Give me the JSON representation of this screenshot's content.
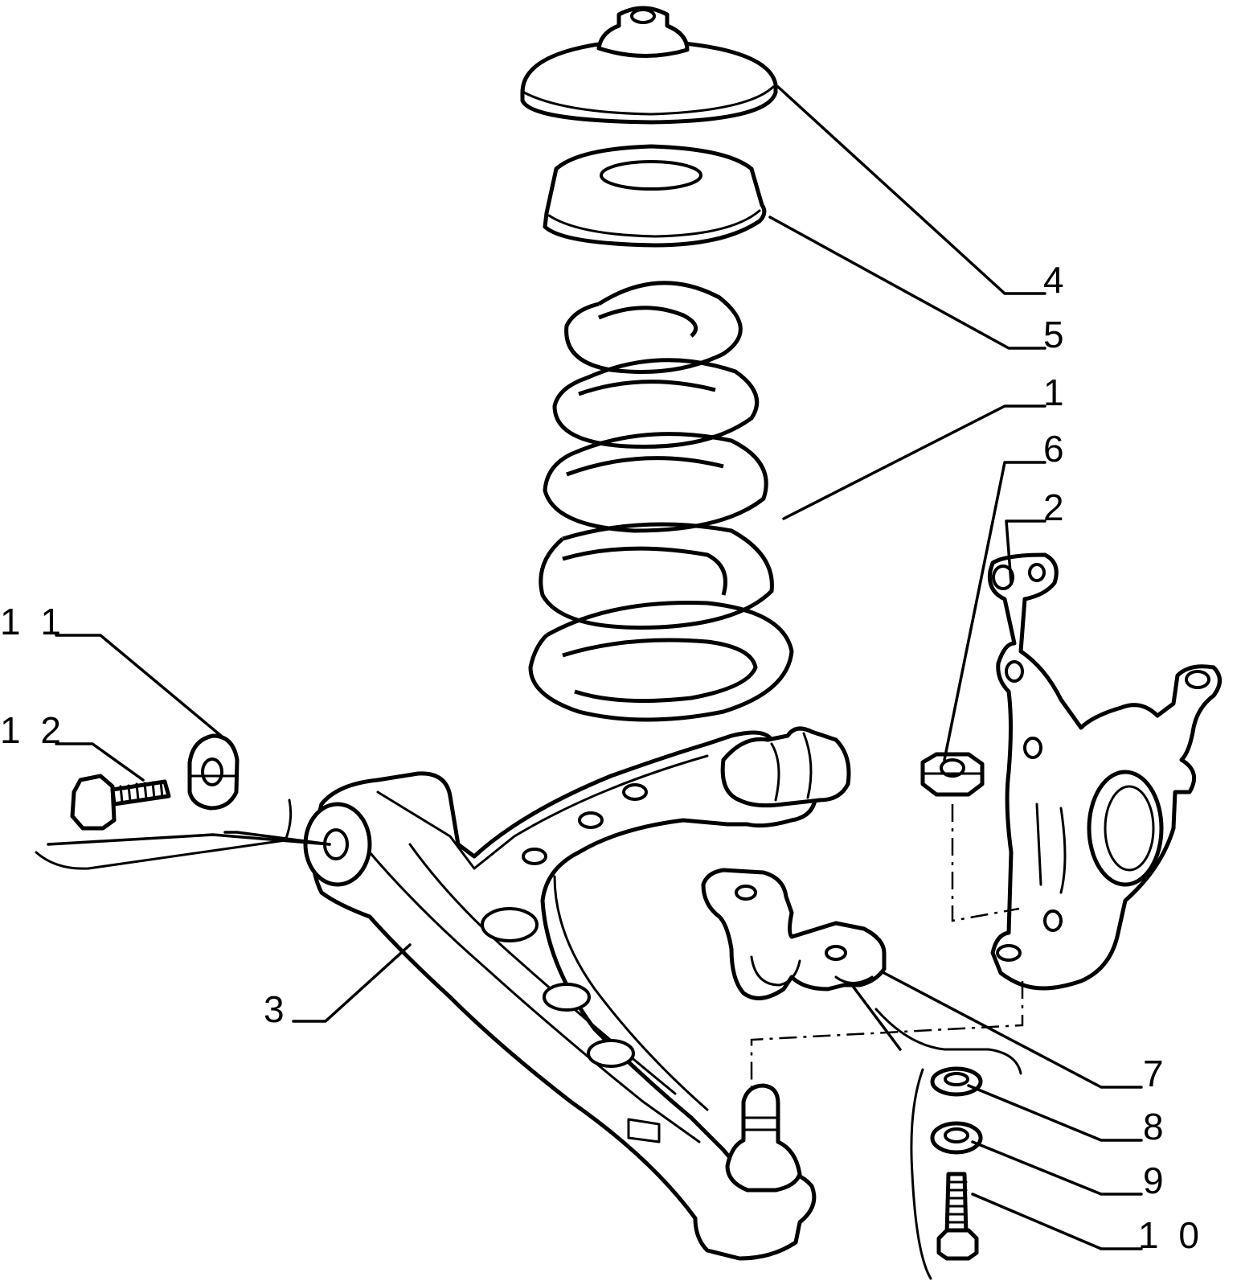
{
  "callouts": [
    {
      "id": "4",
      "text": "4"
    },
    {
      "id": "5",
      "text": "5"
    },
    {
      "id": "1",
      "text": "1"
    },
    {
      "id": "6",
      "text": "6"
    },
    {
      "id": "2",
      "text": "2"
    },
    {
      "id": "11",
      "text": "1 1"
    },
    {
      "id": "12",
      "text": "1 2"
    },
    {
      "id": "3",
      "text": "3"
    },
    {
      "id": "7",
      "text": "7"
    },
    {
      "id": "8",
      "text": "8"
    },
    {
      "id": "9",
      "text": "9"
    },
    {
      "id": "10",
      "text": "1 0"
    }
  ]
}
